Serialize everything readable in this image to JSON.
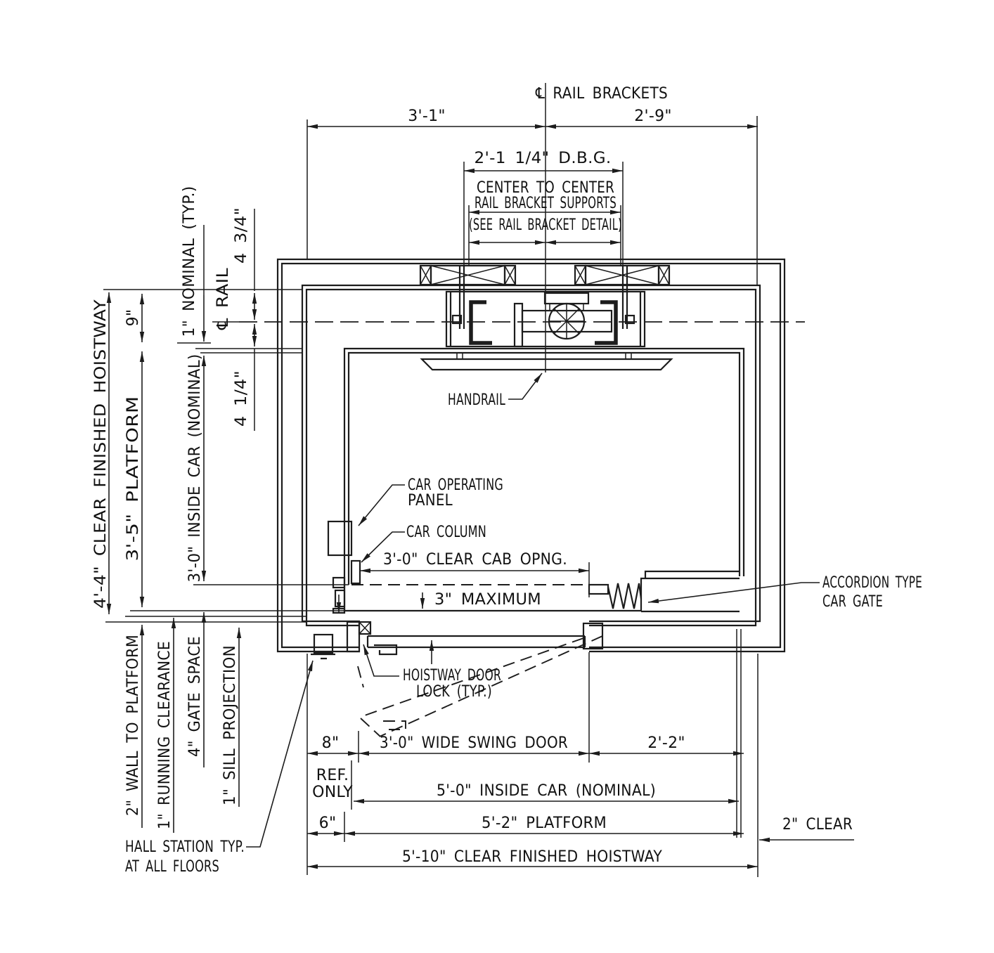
{
  "colors": {
    "line": "#1c1c1c",
    "background": "#ffffff"
  },
  "top": {
    "centerline_label": "℄ RAIL BRACKETS",
    "dim_left": "3'-1\"",
    "dim_right": "2'-9\"",
    "dim_dbg": "2'-1 1/4\" D.B.G.",
    "ctc_line1": "CENTER TO CENTER",
    "ctc_line2": "RAIL BRACKET SUPPORTS",
    "ctc_note": "(SEE RAIL BRACKET DETAIL)"
  },
  "left": {
    "hoistway": "4'-4\" CLEAR FINISHED HOISTWAY",
    "nine": "9\"",
    "platform": "3'-5\" PLATFORM",
    "nominal": "1\" NOMINAL (TYP.)",
    "cl_rail": "℄ RAIL",
    "four_three_quarter": "4 3/4\"",
    "four_one_quarter": "4 1/4\"",
    "inside_car": "3'-0\" INSIDE CAR (NOMINAL)",
    "wall_to_platform": "2\" WALL TO PLATFORM",
    "running_clearance": "1\" RUNNING CLEARANCE",
    "gate_space": "4\" GATE SPACE",
    "sill_projection": "1\" SILL PROJECTION",
    "hall_station_line1": "HALL STATION TYP.",
    "hall_station_line2": "AT ALL FLOORS"
  },
  "labels": {
    "handrail": "HANDRAIL",
    "cop_line1": "CAR OPERATING",
    "cop_line2": "PANEL",
    "car_column": "CAR COLUMN",
    "cab_opening": "3'-0\" CLEAR CAB OPNG.",
    "three_maximum": "3\" MAXIMUM",
    "door_lock_line1": "HOISTWAY DOOR",
    "door_lock_line2": "LOCK (TYP.)",
    "accordion_line1": "ACCORDION TYPE",
    "accordion_line2": "CAR GATE"
  },
  "bottom": {
    "dim_8": "8\"",
    "ref_line1": "REF.",
    "ref_line2": "ONLY",
    "swing_door": "3'-0\" WIDE SWING DOOR",
    "dim_2_2": "2'-2\"",
    "inside_car": "5'-0\" INSIDE CAR (NOMINAL)",
    "dim_6": "6\"",
    "platform": "5'-2\" PLATFORM",
    "clear_2": "2\" CLEAR",
    "hoistway": "5'-10\" CLEAR FINISHED HOISTWAY"
  }
}
